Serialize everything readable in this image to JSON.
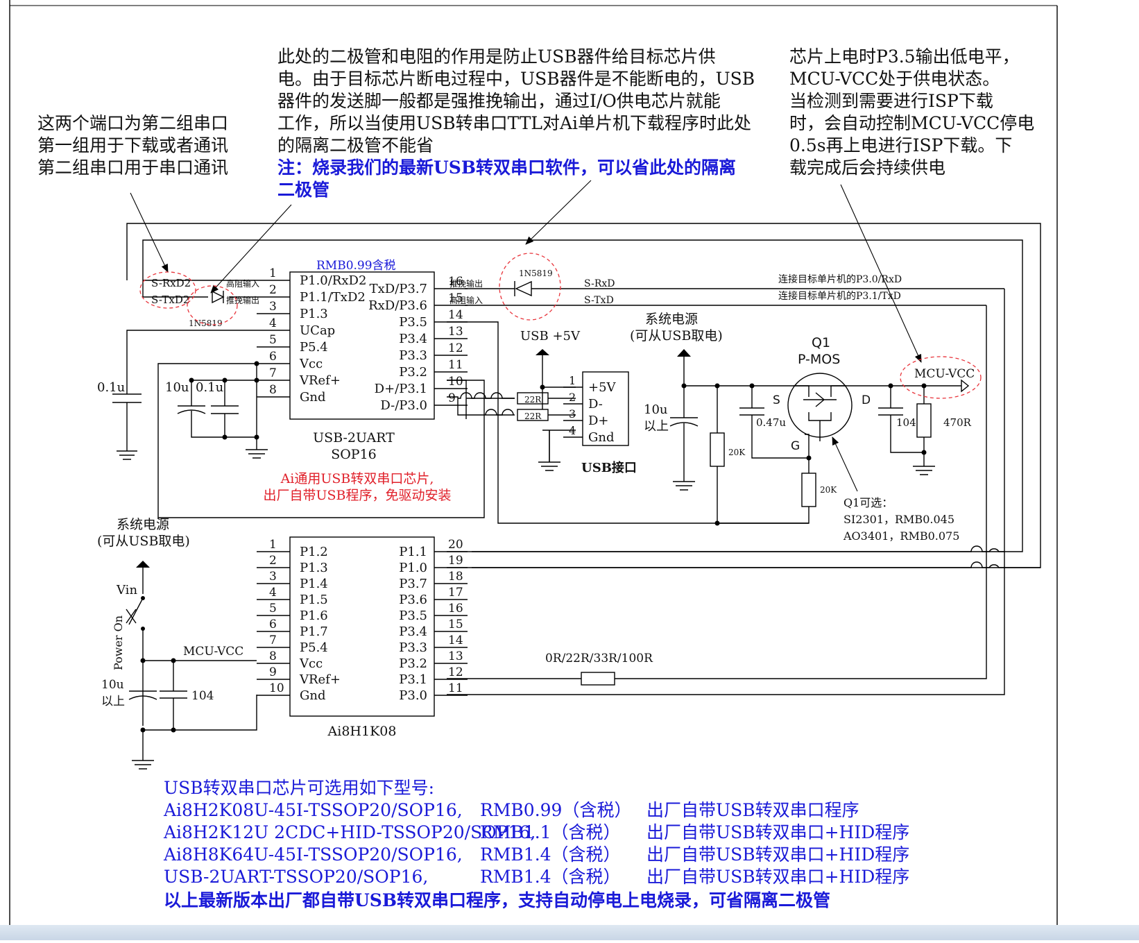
{
  "notes": {
    "ports_note": [
      "这两个端口为第二组串口",
      "第一组用于下载或者通讯",
      "第二组串口用于串口通讯"
    ],
    "diode_note": [
      "此处的二极管和电阻的作用是防止USB器件给目标芯片供",
      "电。由于目标芯片断电过程中，USB器件是不能断电的，USB",
      "器件的发送脚一般都是强推挽输出，通过I/O供电芯片就能",
      "工作，所以当使用USB转串口TTL对Ai单片机下载程序时此处",
      "的隔离二极管不能省"
    ],
    "diode_note_blue": [
      "注：烧录我们的最新USB转双串口软件，可以省此处的隔离",
      "二极管"
    ],
    "power_note": [
      "芯片上电时P3.5输出低电平，",
      "MCU-VCC处于供电状态。",
      "当检测到需要进行ISP下载",
      "时，会自动控制MCU-VCC停电",
      "0.5s再上电进行ISP下载。下",
      "载完成后会持续供电"
    ]
  },
  "u1": {
    "price": "RMB0.99含税",
    "name": "USB-2UART",
    "package": "SOP16",
    "desc": [
      "Ai通用USB转双串口芯片,",
      "出厂自带USB程序，免驱动安装"
    ],
    "left_pins": [
      {
        "num": "1",
        "name": "P1.0/RxD2"
      },
      {
        "num": "2",
        "name": "P1.1/TxD2"
      },
      {
        "num": "3",
        "name": "P1.3"
      },
      {
        "num": "4",
        "name": "UCap"
      },
      {
        "num": "5",
        "name": "P5.4"
      },
      {
        "num": "6",
        "name": "Vcc"
      },
      {
        "num": "7",
        "name": "VRef+"
      },
      {
        "num": "8",
        "name": "Gnd"
      }
    ],
    "right_pins": [
      {
        "num": "16",
        "name": "TxD/P3.7"
      },
      {
        "num": "15",
        "name": "RxD/P3.6"
      },
      {
        "num": "14",
        "name": "P3.5"
      },
      {
        "num": "13",
        "name": "P3.4"
      },
      {
        "num": "12",
        "name": "P3.3"
      },
      {
        "num": "11",
        "name": "P3.2"
      },
      {
        "num": "10",
        "name": "D+/P3.1"
      },
      {
        "num": "9",
        "name": "D-/P3.0"
      }
    ]
  },
  "u2": {
    "name": "Ai8H1K08",
    "left_pins": [
      {
        "num": "1",
        "name": "P1.2"
      },
      {
        "num": "2",
        "name": "P1.3"
      },
      {
        "num": "3",
        "name": "P1.4"
      },
      {
        "num": "4",
        "name": "P1.5"
      },
      {
        "num": "5",
        "name": "P1.6"
      },
      {
        "num": "6",
        "name": "P1.7"
      },
      {
        "num": "7",
        "name": "P5.4"
      },
      {
        "num": "8",
        "name": "Vcc"
      },
      {
        "num": "9",
        "name": "VRef+"
      },
      {
        "num": "10",
        "name": "Gnd"
      }
    ],
    "right_pins": [
      {
        "num": "20",
        "name": "P1.1"
      },
      {
        "num": "19",
        "name": "P1.0"
      },
      {
        "num": "18",
        "name": "P3.7"
      },
      {
        "num": "17",
        "name": "P3.6"
      },
      {
        "num": "16",
        "name": "P3.5"
      },
      {
        "num": "15",
        "name": "P3.4"
      },
      {
        "num": "14",
        "name": "P3.3"
      },
      {
        "num": "13",
        "name": "P3.2"
      },
      {
        "num": "12",
        "name": "P3.1"
      },
      {
        "num": "11",
        "name": "P3.0"
      }
    ]
  },
  "usb": {
    "name": "USB接口",
    "pins": [
      {
        "num": "1",
        "name": "+5V"
      },
      {
        "num": "2",
        "name": "D-"
      },
      {
        "num": "3",
        "name": "D+"
      },
      {
        "num": "4",
        "name": "Gnd"
      }
    ],
    "power_label": "USB +5V"
  },
  "labels": {
    "s_rxd2": "S-RxD2",
    "s_txd2": "S-TxD2",
    "hiz_in": "高阻输入",
    "pp_out": "推挽输出",
    "diode": "1N5819",
    "s_rxd": "S-RxD",
    "s_txd": "S-TxD",
    "conn_rxd": "连接目标单片机的P3.0/RxD",
    "conn_txd": "连接目标单片机的P3.1/TxD",
    "r22": "22R",
    "cap_01u": "0.1u",
    "cap_10u": "10u",
    "sys_power": "系统电源",
    "sys_power_sub": "(可从USB取电)",
    "cap_10u_above": [
      "10u",
      "以上"
    ],
    "r20k": "20K",
    "cap_047u": "0.47u",
    "s": "S",
    "d": "D",
    "g": "G",
    "q1": "Q1",
    "pmos": "P-MOS",
    "mcu_vcc": "MCU-VCC",
    "cap_104": "104",
    "r470": "470R",
    "q1_options": [
      "Q1可选：",
      "SI2301，RMB0.045",
      "AO3401，RMB0.075"
    ],
    "vin": "Vin",
    "power_on": "Power On",
    "r_series": "0R/22R/33R/100R"
  },
  "bottom_list": {
    "header": "USB转双串口芯片可选用如下型号:",
    "rows": [
      {
        "model": "Ai8H2K08U-45I-TSSOP20/SOP16,",
        "price": "RMB0.99（含税）",
        "desc": "出厂自带USB转双串口程序"
      },
      {
        "model": "Ai8H2K12U 2CDC+HID-TSSOP20/SOP16,",
        "price": "RMB1.1（含税）",
        "desc": "出厂自带USB转双串口+HID程序"
      },
      {
        "model": "Ai8H8K64U-45I-TSSOP20/SOP16,",
        "price": "RMB1.4（含税）",
        "desc": "出厂自带USB转双串口+HID程序"
      },
      {
        "model": "USB-2UART-TSSOP20/SOP16,",
        "price": "RMB1.4（含税）",
        "desc": "出厂自带USB转双串口+HID程序"
      }
    ],
    "footer": "以上最新版本出厂都自带USB转双串口程序，支持自动停电上电烧录，可省隔离二极管"
  }
}
